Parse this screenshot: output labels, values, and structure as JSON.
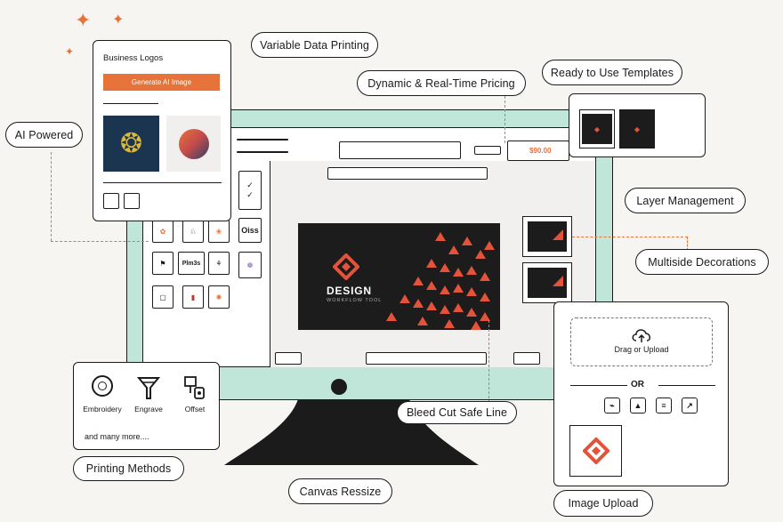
{
  "labels": {
    "variable_data": "Variable Data Printing",
    "dynamic_pricing": "Dynamic & Real-Time Pricing",
    "templates": "Ready to Use Templates",
    "ai_powered": "AI Powered",
    "layer_management": "Layer Management",
    "multiside": "Multiside Decorations",
    "bleed": "Bleed Cut Safe Line",
    "printing_methods": "Printing Methods",
    "canvas_resize": "Canvas Ressize",
    "image_upload": "Image Upload"
  },
  "ai_panel": {
    "title": "Business Logos",
    "button": "Generate AI Image"
  },
  "editor": {
    "price": "$90.00"
  },
  "design_card": {
    "title": "DESIGN",
    "subtitle": "WORKFLOW TOOL"
  },
  "printing": {
    "methods": [
      {
        "label": "Embroidery",
        "icon": "embroidery-hoop-icon"
      },
      {
        "label": "Engrave",
        "icon": "engrave-funnel-icon"
      },
      {
        "label": "Offset",
        "icon": "offset-press-icon"
      }
    ],
    "more": "and many more...."
  },
  "upload": {
    "drop": "Drag or Upload",
    "or": "OR"
  },
  "thumb_texts": [
    "Oiss",
    "Plm3s"
  ],
  "colors": {
    "accent": "#e8733a",
    "monitor_frame": "#bfe6d8",
    "card_dark": "#1c1c1c",
    "logo_blue": "#1b3550"
  }
}
